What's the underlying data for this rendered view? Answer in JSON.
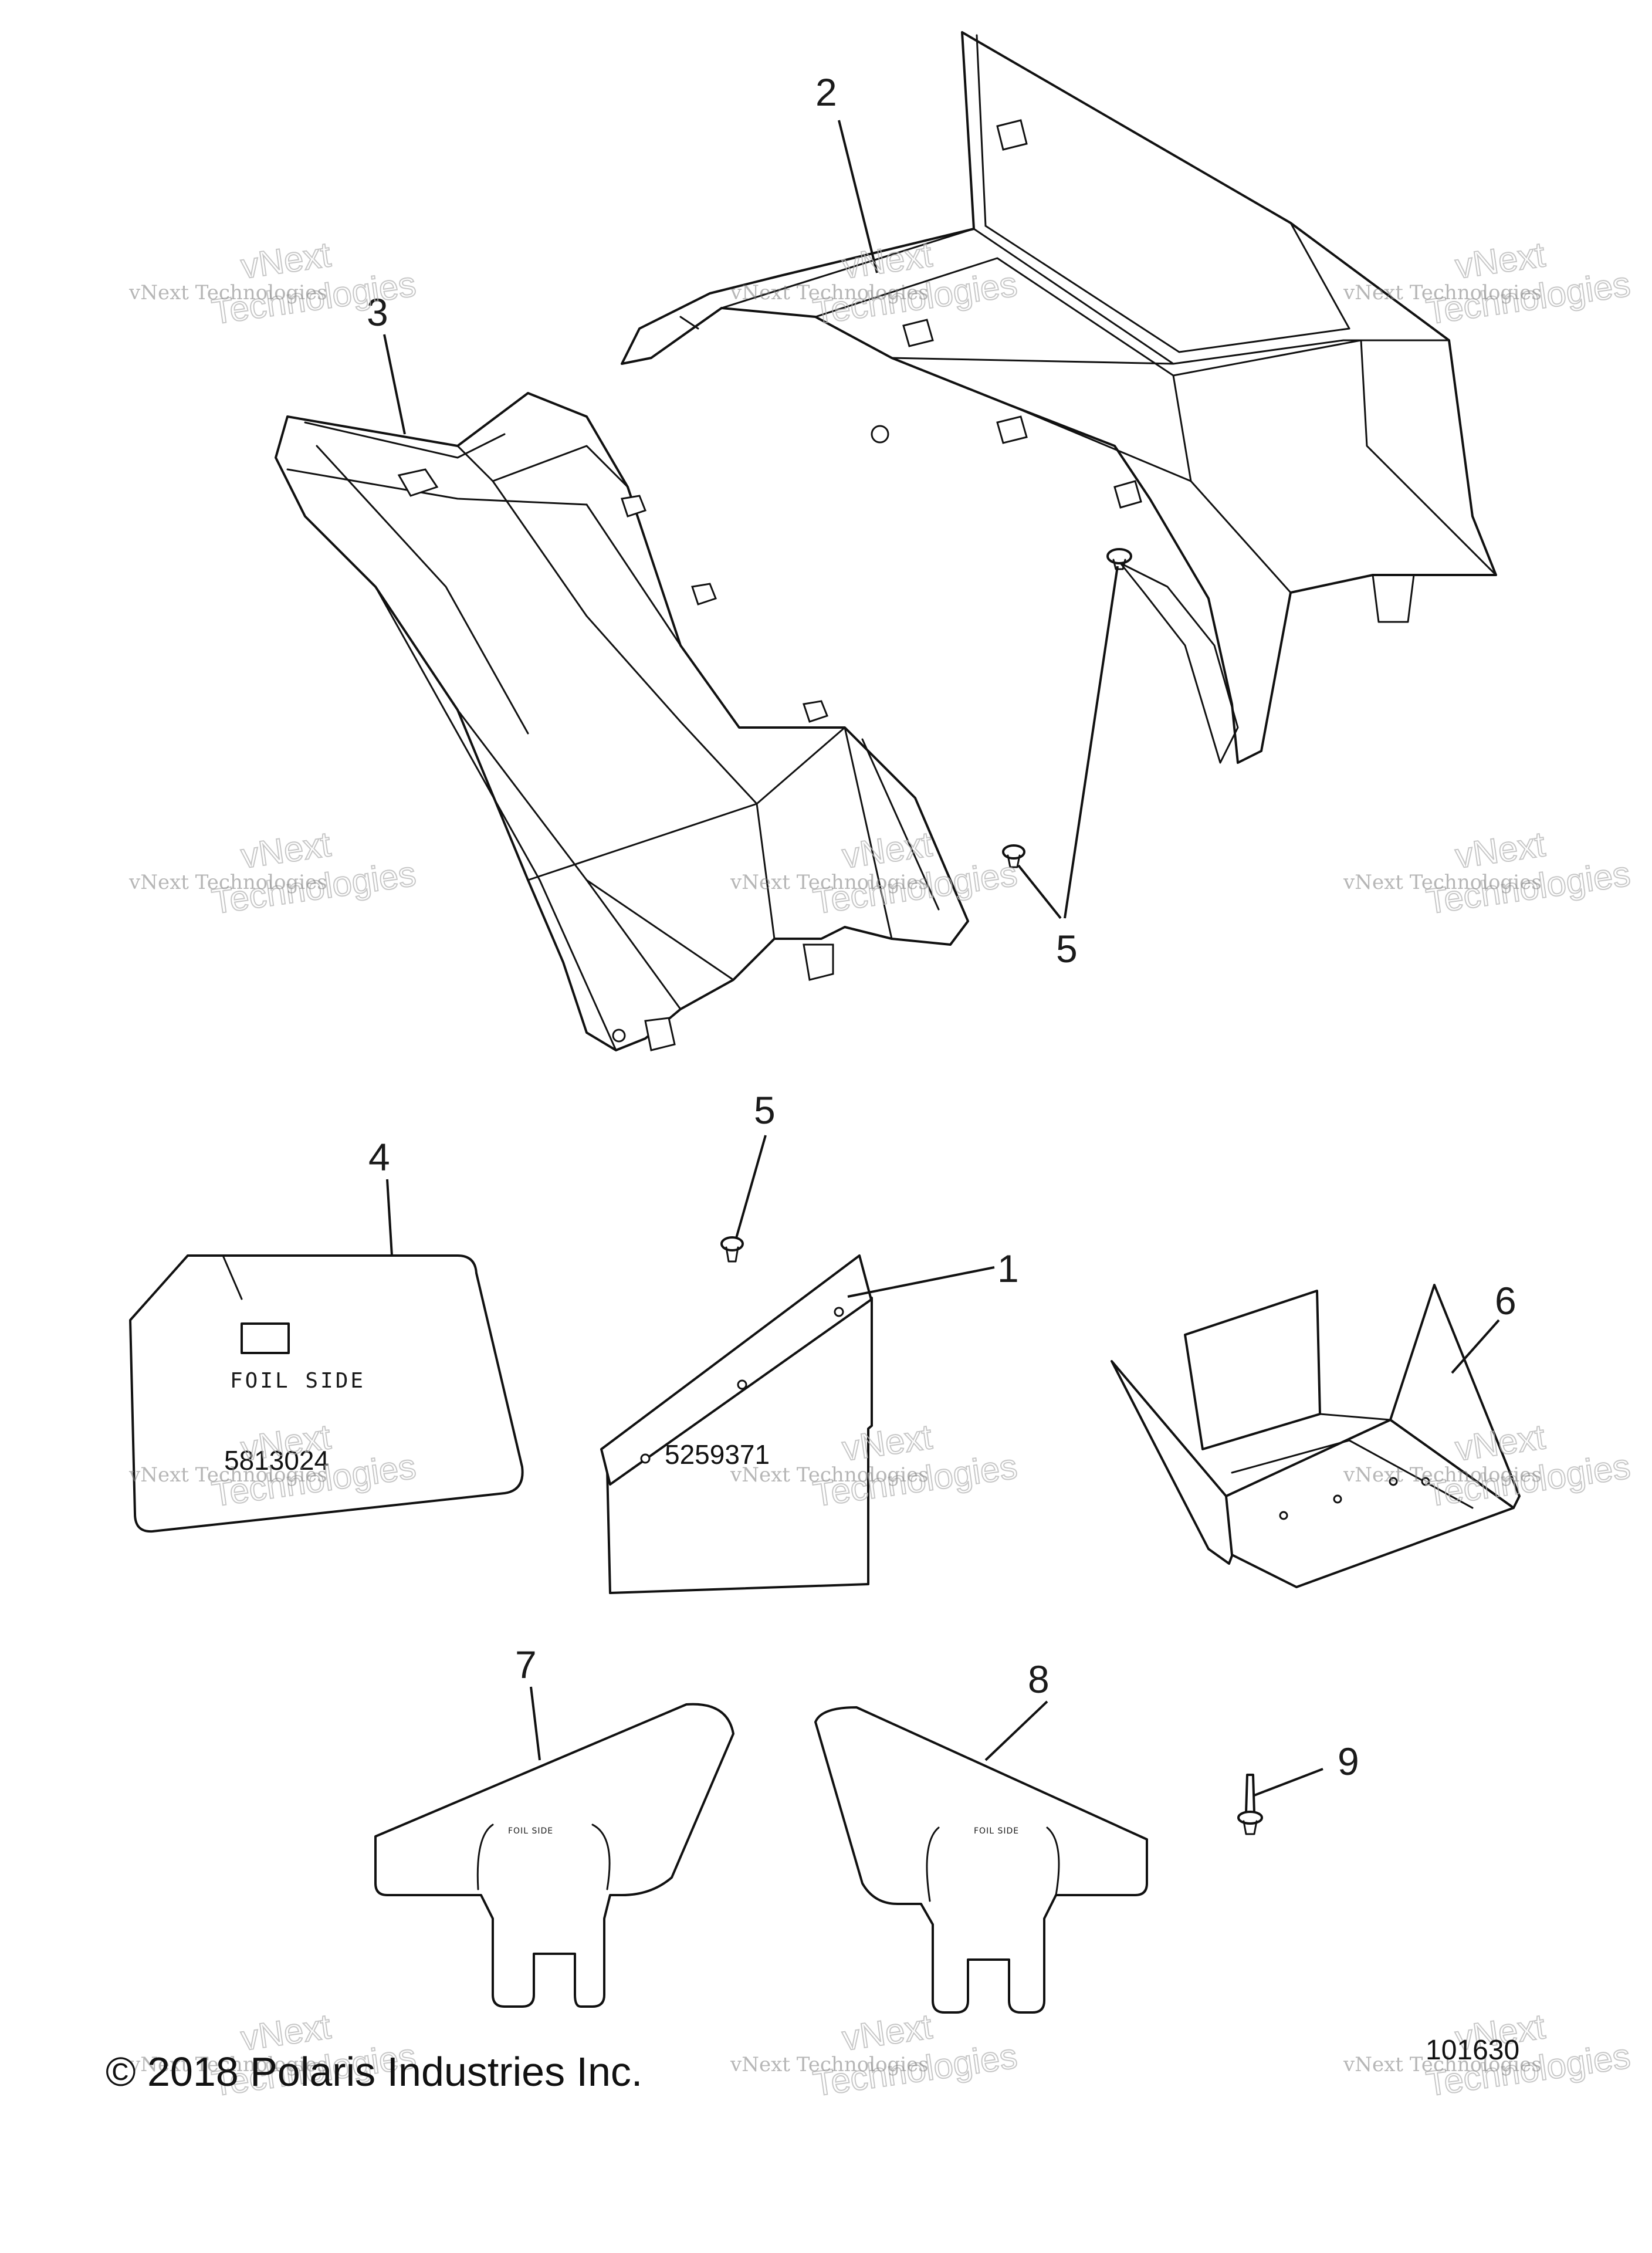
{
  "callouts": {
    "c1": "1",
    "c2": "2",
    "c3": "3",
    "c4": "4",
    "c5a": "5",
    "c5b": "5",
    "c6": "6",
    "c7": "7",
    "c8": "8",
    "c9": "9"
  },
  "labels": {
    "foil_side_large": "FOIL SIDE",
    "foil_side_small_7": "FOIL SIDE",
    "foil_side_small_8": "FOIL SIDE",
    "part_number_4": "5813024",
    "part_number_1": "5259371"
  },
  "footer": {
    "copyright": "© 2018 Polaris Industries Inc.",
    "figure_number": "101630"
  },
  "watermark": {
    "line1": "vNext",
    "line2": "Technologies",
    "full": "vNext Technologies"
  }
}
